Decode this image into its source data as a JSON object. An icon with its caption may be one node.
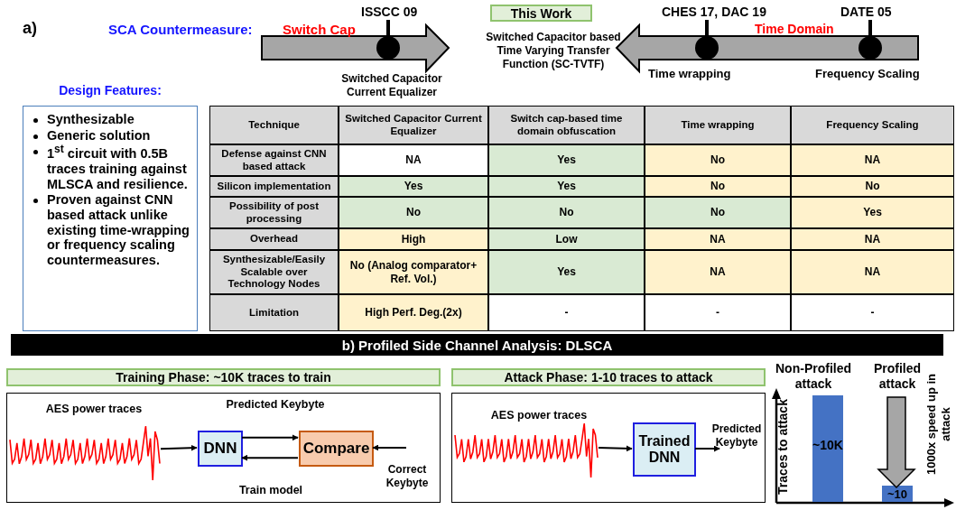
{
  "diagram": {
    "nodes": [
      {
        "text": [
          "This Work"
        ]
      },
      {
        "text": [
          "Design Features:",
          "Synthesizable",
          "Generic solution",
          "1$^{st}$ circuit with 0.5B traces training against MLSCA and resilience.",
          "Proven against CNN based attack unlike existing time-wrapping or frequency scaling countermeasures."
        ]
      },
      {
        "text": [
          "b) Profiled Side Channel Analysis: DLSCA"
        ]
      },
      {
        "text": [
          "Training Phase: ~10K traces to train"
        ]
      },
      {
        "text": [
          "Attack Phase: 1-10 traces to attack"
        ]
      },
      {
        "text": [],
        "shape": "box"
      },
      {
        "text": [
          "AES power traces"
        ],
        "in": 5
      },
      {
        "text": [
          "DNN"
        ],
        "in": 5
      },
      {
        "text": [
          "Compare"
        ],
        "in": 5
      },
      {
        "text": [
          "Correct Keybyte"
        ],
        "in": 5
      },
      {
        "text": [],
        "shape": "box"
      },
      {
        "text": [
          "AES power traces"
        ],
        "in": 10
      },
      {
        "text": [
          "Trained DNN"
        ],
        "in": 10
      },
      {
        "text": [
          "Predicted Keybyte"
        ],
        "in": 10
      }
    ],
    "edges": [
      {
        "from": 6,
        "to": 7,
        "arrow": "to"
      },
      {
        "from": 7,
        "to": 8,
        "arrow": "to",
        "label": "Predicted Keybyte"
      },
      {
        "from": 8,
        "to": 7,
        "arrow": "to",
        "label": "Train model"
      },
      {
        "from": 9,
        "to": 8,
        "arrow": "to"
      },
      {
        "from": 11,
        "to": 12,
        "arrow": "to"
      },
      {
        "from": 12,
        "to": 13,
        "arrow": "to"
      }
    ],
    "labels": [
      "a)",
      "SCA Countermeasure:",
      "Switch Cap",
      "ISSCC 09",
      "CHES 17, DAC 19",
      "DATE 05",
      "Time Domain",
      "Switched Capacitor Current Equalizer",
      "Switched Capacitor based Time Varying Transfer Function (SC-TVTF)",
      "Time wrapping",
      "Frequency Scaling",
      "Technique",
      "Switched Capacitor Current Equalizer",
      "Switch cap-based time domain obfuscation",
      "Time wrapping",
      "Frequency Scaling",
      "Defense against CNN based attack",
      "NA",
      "Yes",
      "No",
      "NA",
      "Silicon implementation",
      "Yes",
      "Yes",
      "No",
      "No",
      "Possibility of post processing",
      "No",
      "No",
      "No",
      "Yes",
      "Overhead",
      "High",
      "Low",
      "NA",
      "NA",
      "Synthesizable/Easily Scalable over Technology Nodes",
      "No (Analog comparator+ Ref. Vol.)",
      "Yes",
      "NA",
      "NA",
      "Limitation",
      "High Perf. Deg.(2x)",
      "-",
      "-",
      "-",
      "Non-Profiled attack",
      "Profiled attack",
      "Traces to attack",
      "~10K",
      "~10",
      "1000x speed up in attack"
    ]
  }
}
